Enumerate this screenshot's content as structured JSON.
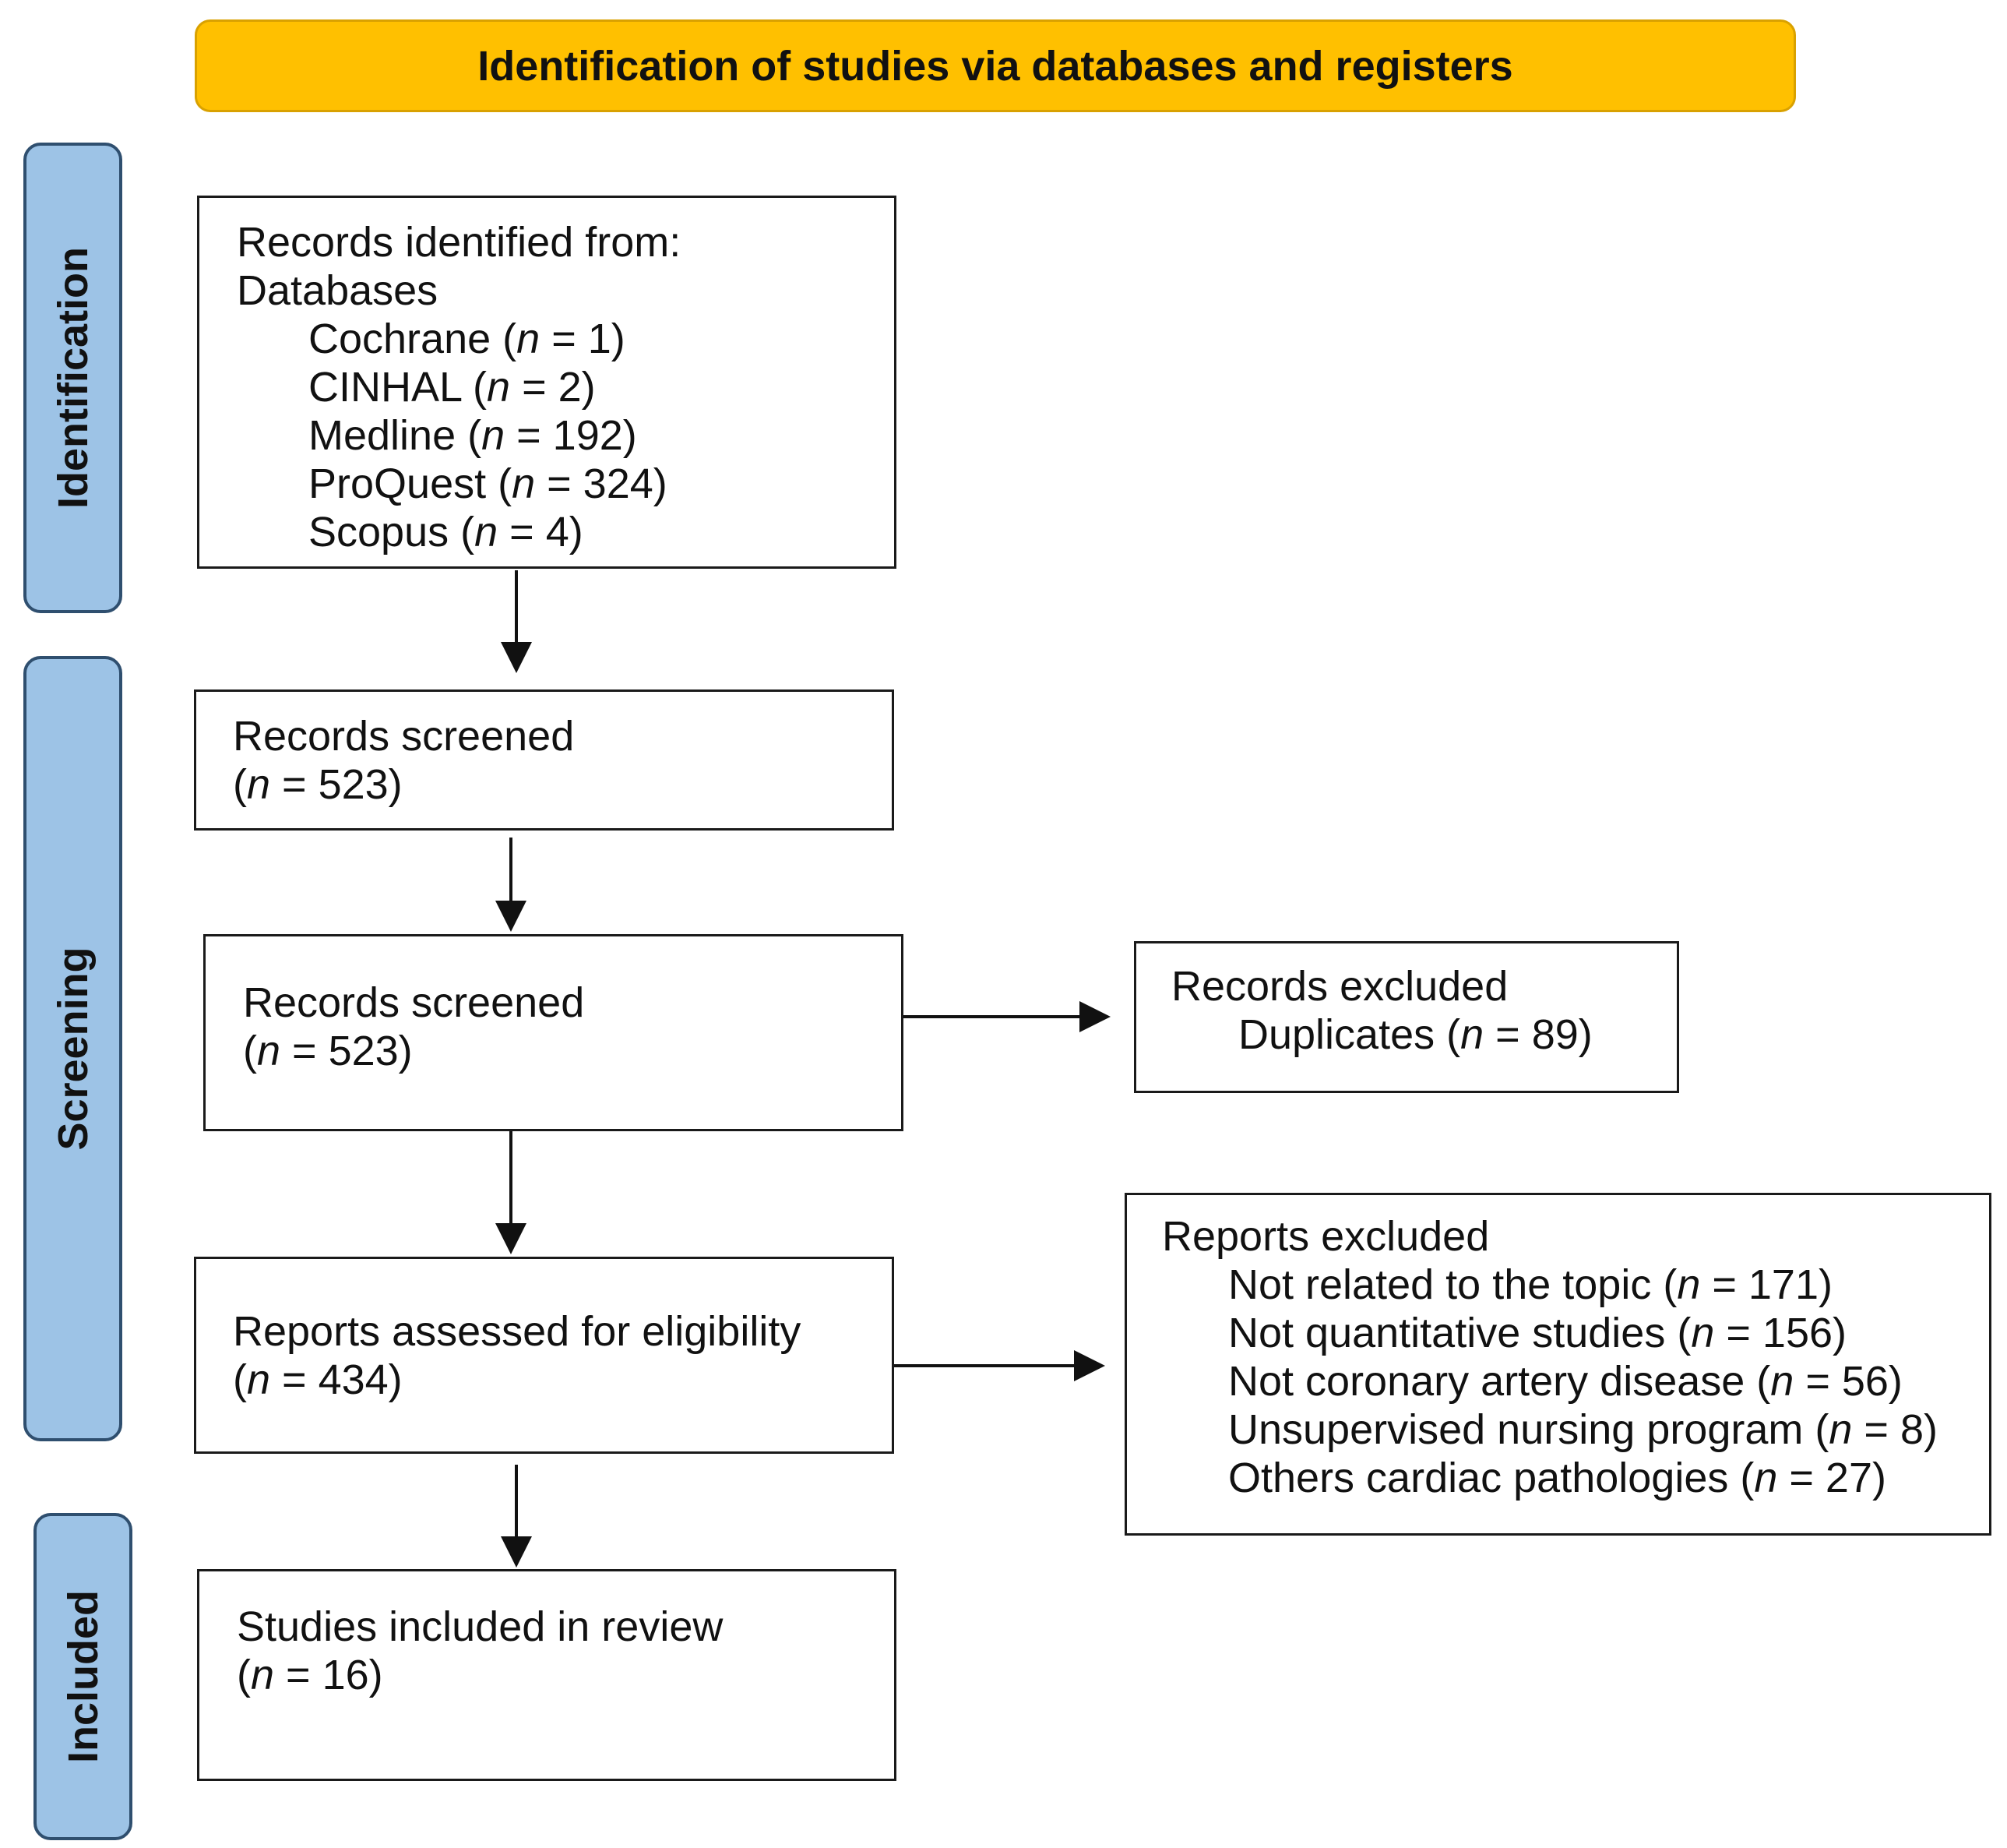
{
  "header": {
    "title": "Identification of studies via databases and registers"
  },
  "phases": {
    "identification": "Identification",
    "screening": "Screening",
    "included": "Included"
  },
  "identification_box": {
    "heading": "Records identified from:",
    "subheading": "Databases",
    "sources": [
      {
        "name": "Cochrane (",
        "n_label": "n",
        "rest": " = 1)"
      },
      {
        "name": "CINHAL (",
        "n_label": "n",
        "rest": " = 2)"
      },
      {
        "name": "Medline (",
        "n_label": "n",
        "rest": " = 192)"
      },
      {
        "name": "ProQuest (",
        "n_label": "n",
        "rest": " = 324)"
      },
      {
        "name": "Scopus (",
        "n_label": "n",
        "rest": " = 4)"
      }
    ]
  },
  "screened_box_1": {
    "title": "Records screened",
    "open": "(",
    "n_label": "n",
    "rest": " = 523)"
  },
  "screened_box_2": {
    "title": "Records screened",
    "open": "(",
    "n_label": "n",
    "rest": " = 523)"
  },
  "records_excluded": {
    "title": "Records excluded",
    "items": [
      {
        "name": "Duplicates (",
        "n_label": "n",
        "rest": " = 89)"
      }
    ]
  },
  "eligibility_box": {
    "title": "Reports assessed for eligibility",
    "open": "(",
    "n_label": "n",
    "rest": " = 434)"
  },
  "reports_excluded": {
    "title": "Reports excluded",
    "items": [
      {
        "name": "Not related to the topic (",
        "n_label": "n",
        "rest": " = 171)"
      },
      {
        "name": "Not quantitative studies (",
        "n_label": "n",
        "rest": " = 156)"
      },
      {
        "name": "Not coronary artery disease (",
        "n_label": "n",
        "rest": " = 56)"
      },
      {
        "name": "Unsupervised nursing program (",
        "n_label": "n",
        "rest": " = 8)"
      },
      {
        "name": "Others cardiac pathologies (",
        "n_label": "n",
        "rest": " = 27)"
      }
    ]
  },
  "included_box": {
    "title": "Studies included in review",
    "open": "(",
    "n_label": "n",
    "rest": " = 16)"
  },
  "colors": {
    "banner": "#FFC000",
    "phase_fill": "#9DC3E6",
    "phase_border": "#2F4F6F",
    "box_border": "#1a1a1a"
  }
}
